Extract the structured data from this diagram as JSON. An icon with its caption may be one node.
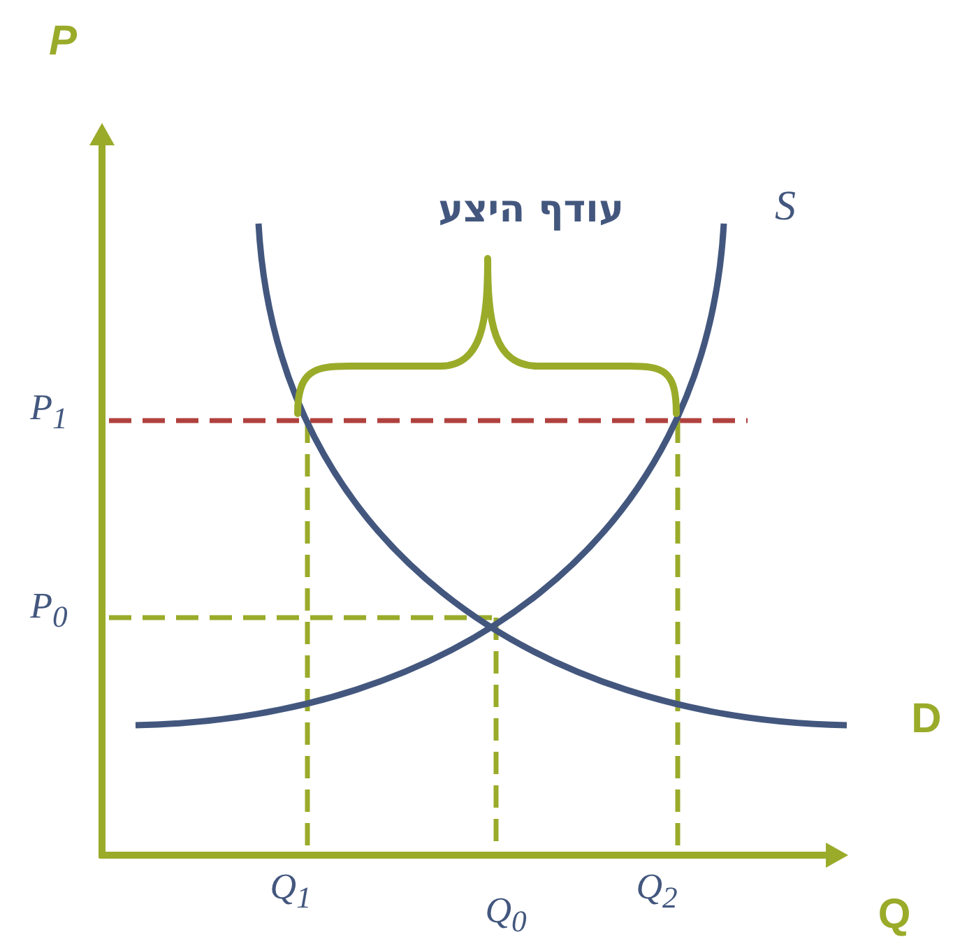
{
  "diagram": {
    "labels": [
      "P",
      "עודף היצע",
      "S",
      "P$_{1}$",
      "P$_{0}$",
      "D",
      "Q$_{1}$",
      "Q$_{0}$",
      "Q$_{2}$",
      "Q"
    ]
  }
}
